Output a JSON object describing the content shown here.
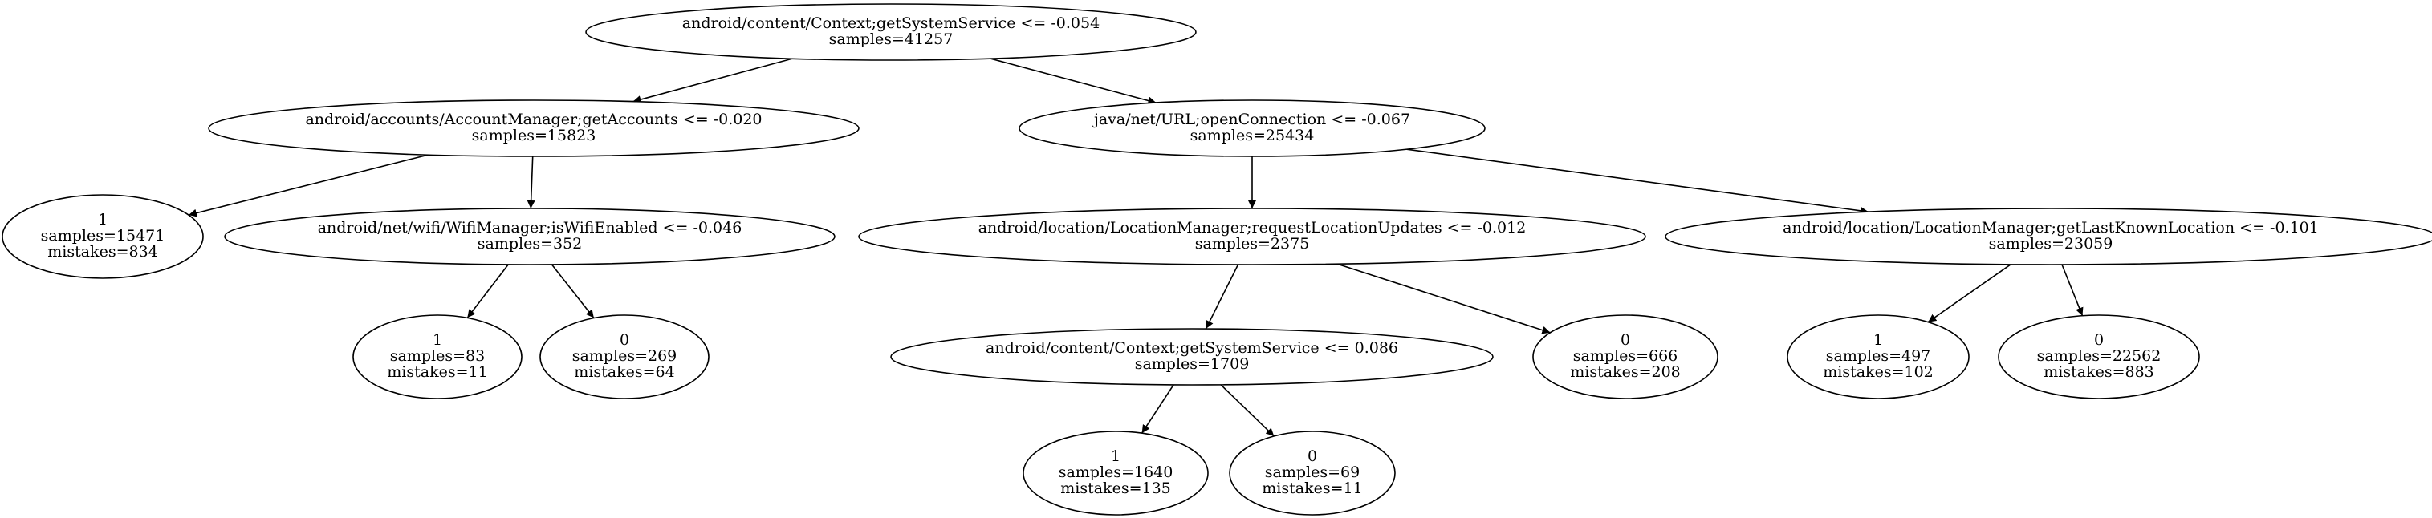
{
  "colors": {
    "background": "#ffffff",
    "stroke": "#000000",
    "text": "#000000"
  },
  "tree": {
    "nodes": [
      {
        "id": "n0",
        "lines": [
          "android/content/Context;getSystemService <= -0.054",
          "samples=41257"
        ]
      },
      {
        "id": "n1",
        "lines": [
          "android/accounts/AccountManager;getAccounts <= -0.020",
          "samples=15823"
        ]
      },
      {
        "id": "n2",
        "lines": [
          "1",
          "samples=15471",
          "mistakes=834"
        ]
      },
      {
        "id": "n3",
        "lines": [
          "android/net/wifi/WifiManager;isWifiEnabled <= -0.046",
          "samples=352"
        ]
      },
      {
        "id": "n4",
        "lines": [
          "1",
          "samples=83",
          "mistakes=11"
        ]
      },
      {
        "id": "n5",
        "lines": [
          "0",
          "samples=269",
          "mistakes=64"
        ]
      },
      {
        "id": "n6",
        "lines": [
          "java/net/URL;openConnection <= -0.067",
          "samples=25434"
        ]
      },
      {
        "id": "n7",
        "lines": [
          "android/location/LocationManager;requestLocationUpdates <= -0.012",
          "samples=2375"
        ]
      },
      {
        "id": "n8",
        "lines": [
          "android/content/Context;getSystemService <= 0.086",
          "samples=1709"
        ]
      },
      {
        "id": "n9",
        "lines": [
          "1",
          "samples=1640",
          "mistakes=135"
        ]
      },
      {
        "id": "n10",
        "lines": [
          "0",
          "samples=69",
          "mistakes=11"
        ]
      },
      {
        "id": "n11",
        "lines": [
          "0",
          "samples=666",
          "mistakes=208"
        ]
      },
      {
        "id": "n12",
        "lines": [
          "android/location/LocationManager;getLastKnownLocation <= -0.101",
          "samples=23059"
        ]
      },
      {
        "id": "n13",
        "lines": [
          "1",
          "samples=497",
          "mistakes=102"
        ]
      },
      {
        "id": "n14",
        "lines": [
          "0",
          "samples=22562",
          "mistakes=883"
        ]
      }
    ],
    "edges": [
      [
        "n0",
        "n1"
      ],
      [
        "n0",
        "n6"
      ],
      [
        "n1",
        "n2"
      ],
      [
        "n1",
        "n3"
      ],
      [
        "n3",
        "n4"
      ],
      [
        "n3",
        "n5"
      ],
      [
        "n6",
        "n7"
      ],
      [
        "n6",
        "n12"
      ],
      [
        "n7",
        "n8"
      ],
      [
        "n7",
        "n11"
      ],
      [
        "n8",
        "n9"
      ],
      [
        "n8",
        "n10"
      ],
      [
        "n12",
        "n13"
      ],
      [
        "n12",
        "n14"
      ]
    ]
  }
}
